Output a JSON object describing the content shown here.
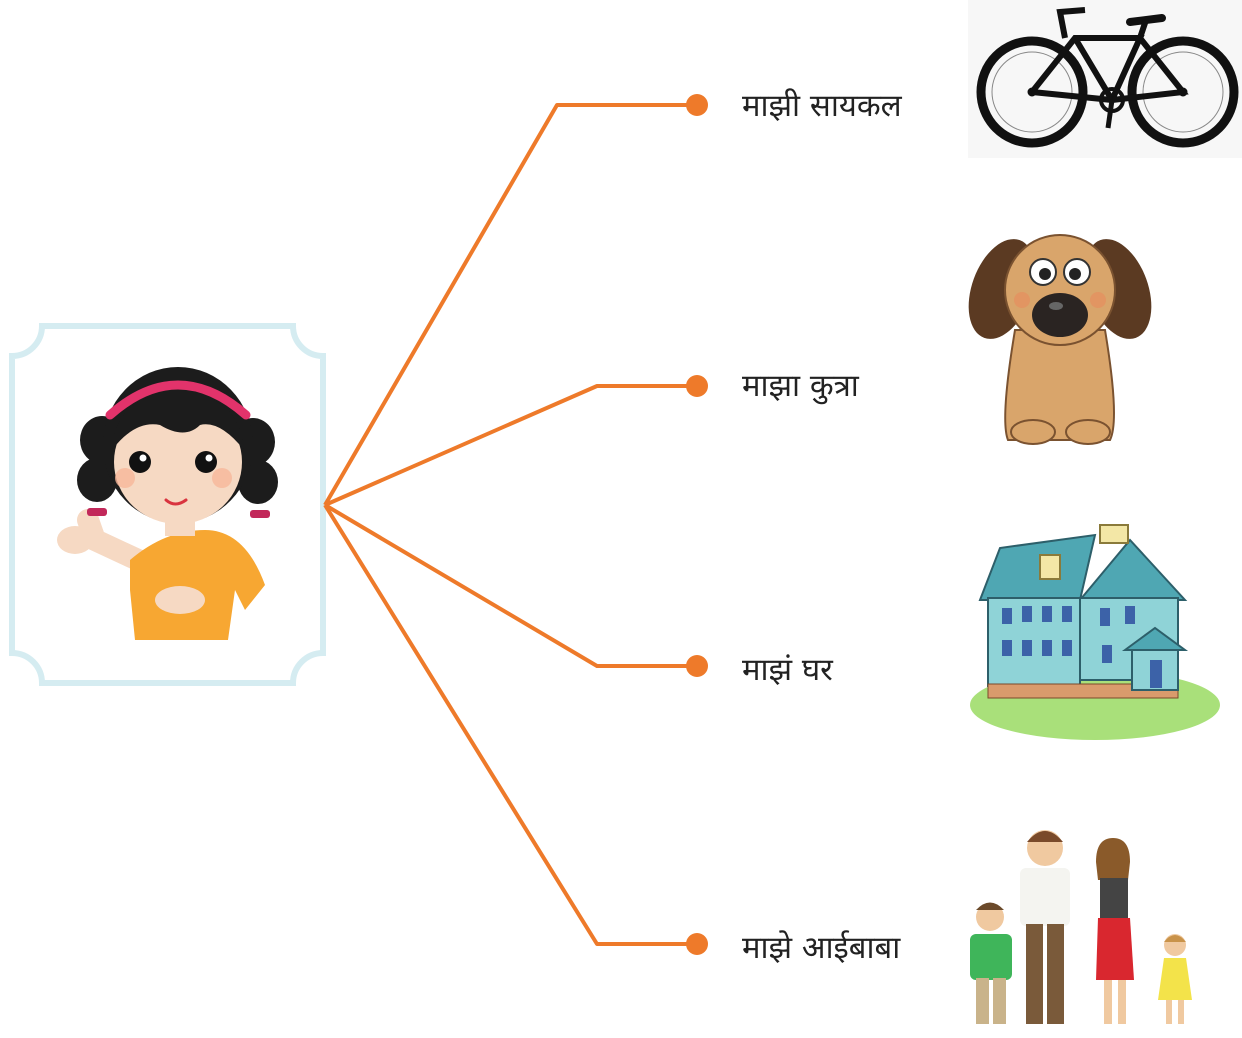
{
  "diagram": {
    "center": {
      "icon": "girl-icon"
    },
    "branches": [
      {
        "label": "माझी सायकल",
        "icon": "bicycle-icon"
      },
      {
        "label": "माझा कुत्रा",
        "icon": "dog-icon"
      },
      {
        "label": "माझं घर",
        "icon": "house-icon"
      },
      {
        "label": "माझे आईबाबा",
        "icon": "family-icon"
      }
    ]
  },
  "colors": {
    "connector": "#ee7a2a",
    "frame": "#d5ecf1",
    "shirt": "#f7a732",
    "hair": "#1c1c1c",
    "headband": "#e2336b"
  }
}
